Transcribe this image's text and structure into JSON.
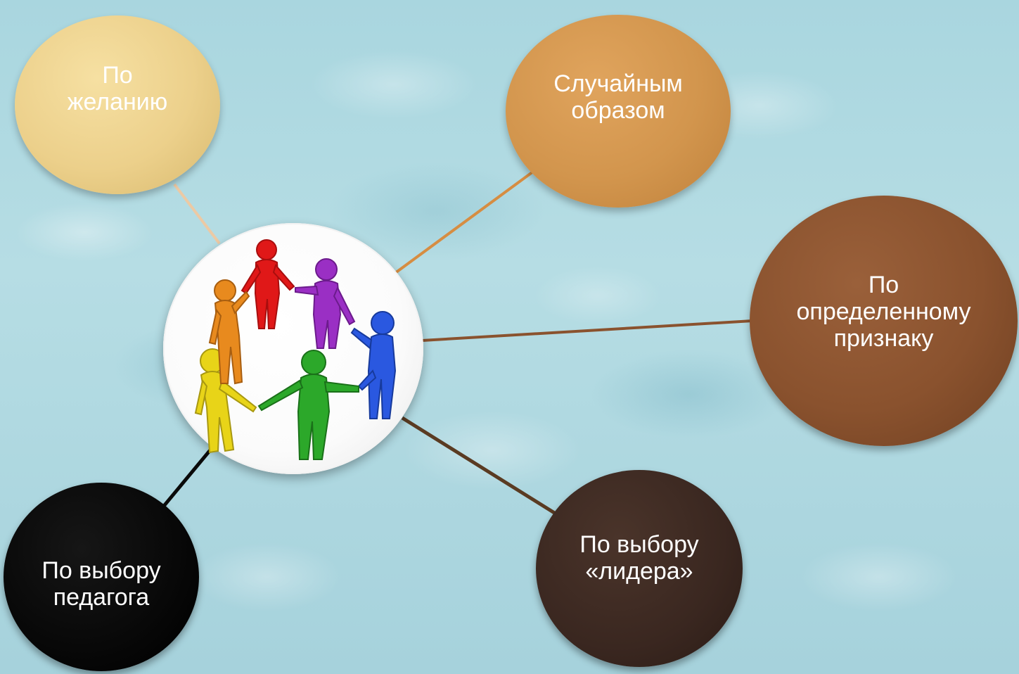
{
  "center": {
    "image": "people-holding-hands-circle-icon",
    "figure_colors": [
      "#e01818",
      "#9a2fc4",
      "#2a58e0",
      "#2ca82a",
      "#e8d418",
      "#e88a1e"
    ]
  },
  "nodes": [
    {
      "id": "desire",
      "label": "По\nжеланию",
      "color": "#ecd08b"
    },
    {
      "id": "random",
      "label": "Случайным\nобразом",
      "color": "#d2954d"
    },
    {
      "id": "attribute",
      "label": "По\nопределенному\nпризнаку",
      "color": "#8a522e"
    },
    {
      "id": "leader",
      "label": "По выбору\n«лидера»",
      "color": "#3a2720"
    },
    {
      "id": "teacher",
      "label": "По выбору\nпедагога",
      "color": "#050505"
    }
  ],
  "connector_colors": {
    "desire": "#ecc9a4",
    "random": "#d68d42",
    "attribute": "#8a522e",
    "leader": "#5a3b22",
    "teacher": "#0a0a0a"
  }
}
